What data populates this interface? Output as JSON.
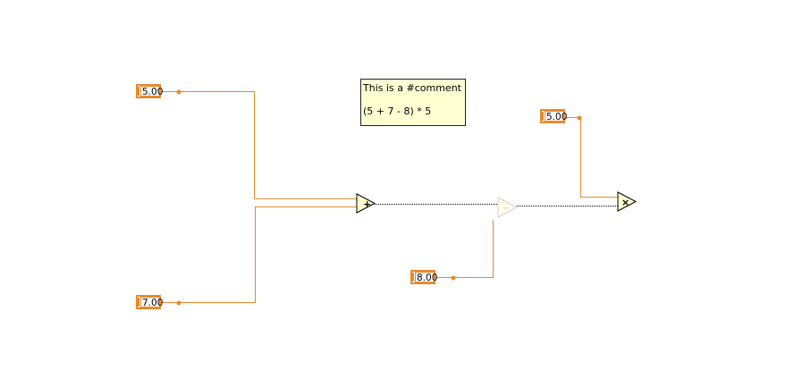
{
  "constants": {
    "c1": "5.00",
    "c2": "7.00",
    "c3": "8.00",
    "c4": "5.00"
  },
  "comment": {
    "line1": "This is a #comment",
    "line2": "(5 + 7 - 8) * 5"
  },
  "nodes": {
    "add_symbol": "+",
    "subtract_symbol": "−",
    "multiply_symbol": "×"
  },
  "colors": {
    "wire": "#e8892c",
    "node_fill": "#ffffd2",
    "comment_fill": "#ffffd2"
  }
}
